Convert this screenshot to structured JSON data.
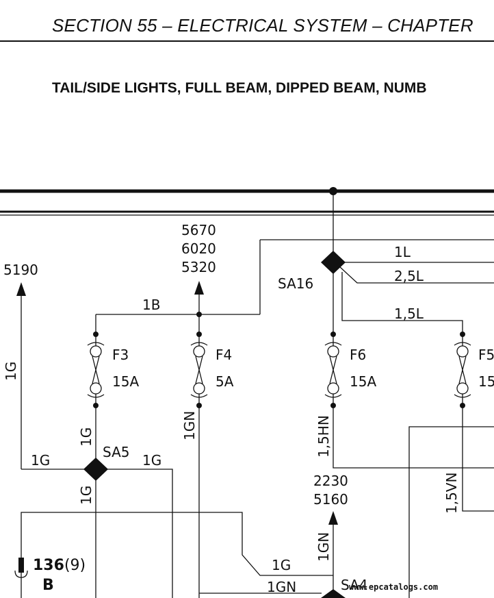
{
  "header": {
    "section": "SECTION 55 – ELECTRICAL SYSTEM – CHAPTER",
    "title": "TAIL/SIDE LIGHTS, FULL BEAM, DIPPED BEAM, NUMB"
  },
  "refs": {
    "r5190": "5190",
    "r5670": "5670",
    "r6020": "6020",
    "r5320": "5320",
    "r2230": "2230",
    "r5160": "5160"
  },
  "splices": {
    "sa16": "SA16",
    "sa5": "SA5",
    "sa4": "SA4"
  },
  "fuses": {
    "f3": {
      "name": "F3",
      "rating": "15A"
    },
    "f4": {
      "name": "F4",
      "rating": "5A"
    },
    "f6": {
      "name": "F6",
      "rating": "15A"
    },
    "f5": {
      "name": "F5",
      "rating": "15"
    }
  },
  "wires": {
    "w1b": "1B",
    "w1l": "1L",
    "w25l": "2,5L",
    "w15l": "1,5L",
    "w1g_left": "1G",
    "w1g_sa5_up": "1G",
    "w1g_sa5_left": "1G",
    "w1g_sa5_right": "1G",
    "w1g_sa5_down": "1G",
    "w1gn_f4": "1GN",
    "w15hn": "1,5HN",
    "w15vn": "1,5VN",
    "w1gn_2230": "1GN",
    "w1g_bottom": "1G",
    "w1gn_bottom": "1GN"
  },
  "connector": {
    "number": "136",
    "pin": "(9)",
    "letter": "B"
  },
  "watermark": "www.epcatalogs.com"
}
